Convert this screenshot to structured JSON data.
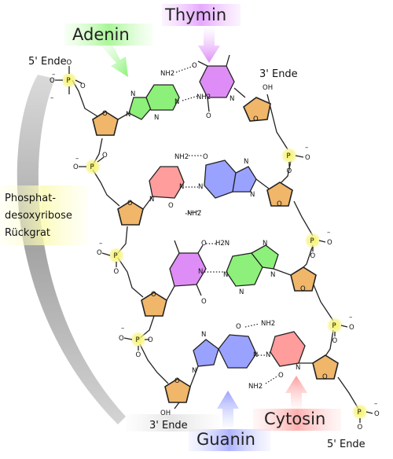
{
  "labels": {
    "thymin": "Thymin",
    "adenin": "Adenin",
    "guanin": "Guanin",
    "cytosin": "Cytosin",
    "backbone_line1": "Phosphat-",
    "backbone_line2": "desoxyribose",
    "backbone_line3": "Rückgrat",
    "end_5_top": "5' Ende",
    "end_3_top": "3' Ende",
    "end_3_bottom": "3' Ende",
    "end_5_bottom": "5' Ende"
  },
  "atoms": {
    "P": "P",
    "O": "O",
    "N": "N",
    "NH2": "NH2",
    "H2N": "H2N",
    "OH": "OH",
    "minus": "–"
  },
  "colors": {
    "adenine": "#8df07a",
    "thymine": "#dd8df5",
    "guanine": "#9aa2ff",
    "cytosine": "#ff9c9c",
    "sugar": "#f0b66a",
    "phosphate": "#f2f05a",
    "backbone_arrow": "#b5b5b5"
  }
}
